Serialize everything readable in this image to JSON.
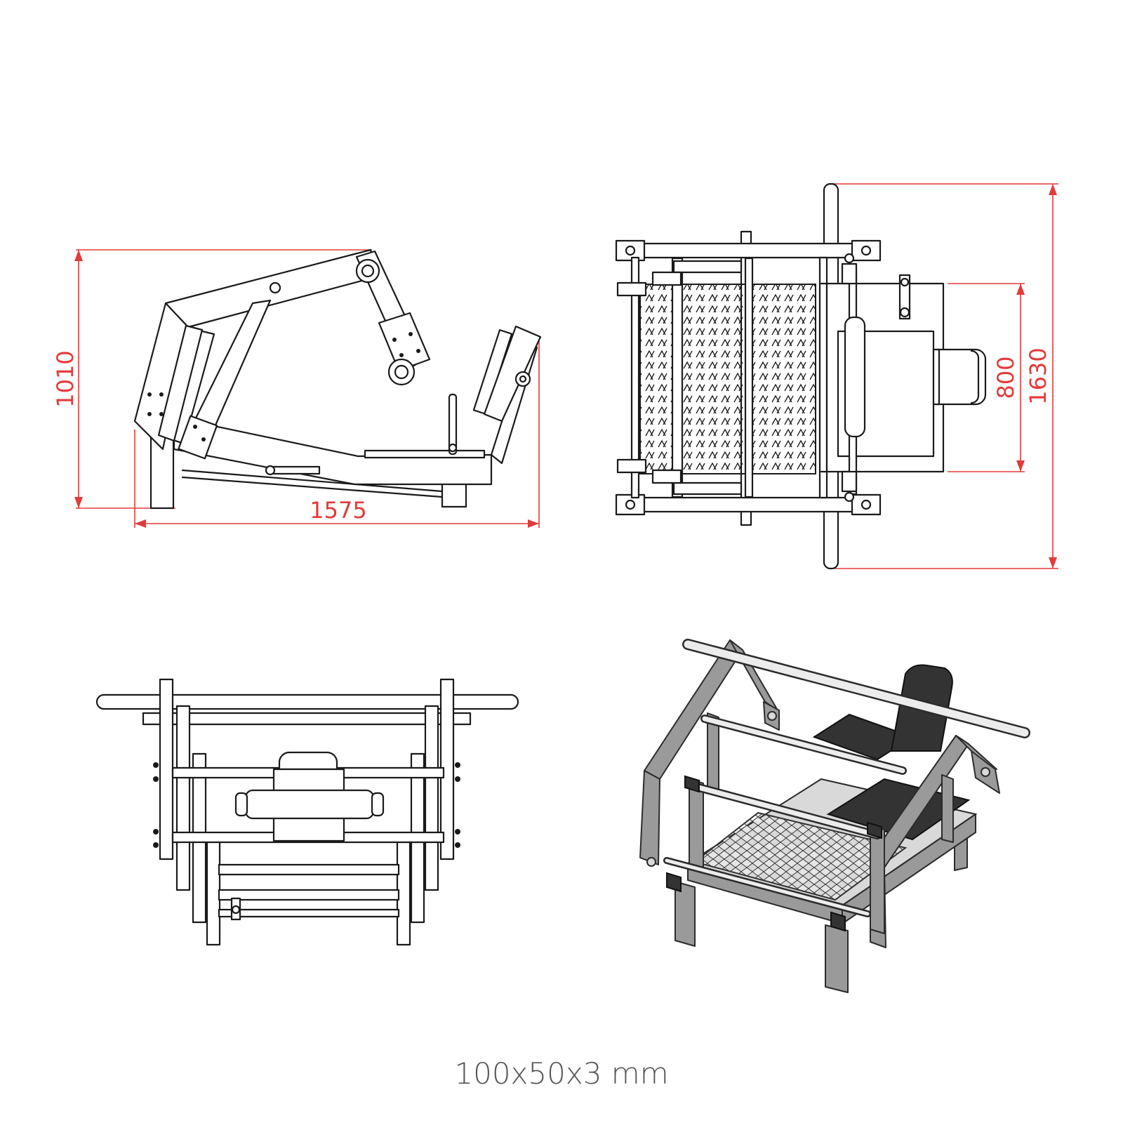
{
  "dimensions": {
    "side_height": "1010",
    "side_length": "1575",
    "top_width": "1630",
    "top_inner": "800"
  },
  "caption": "100x50x3 mm",
  "colors": {
    "dimension_lines": "#e23b3b",
    "line_art": "#1a1a1a",
    "caption": "#555555"
  }
}
